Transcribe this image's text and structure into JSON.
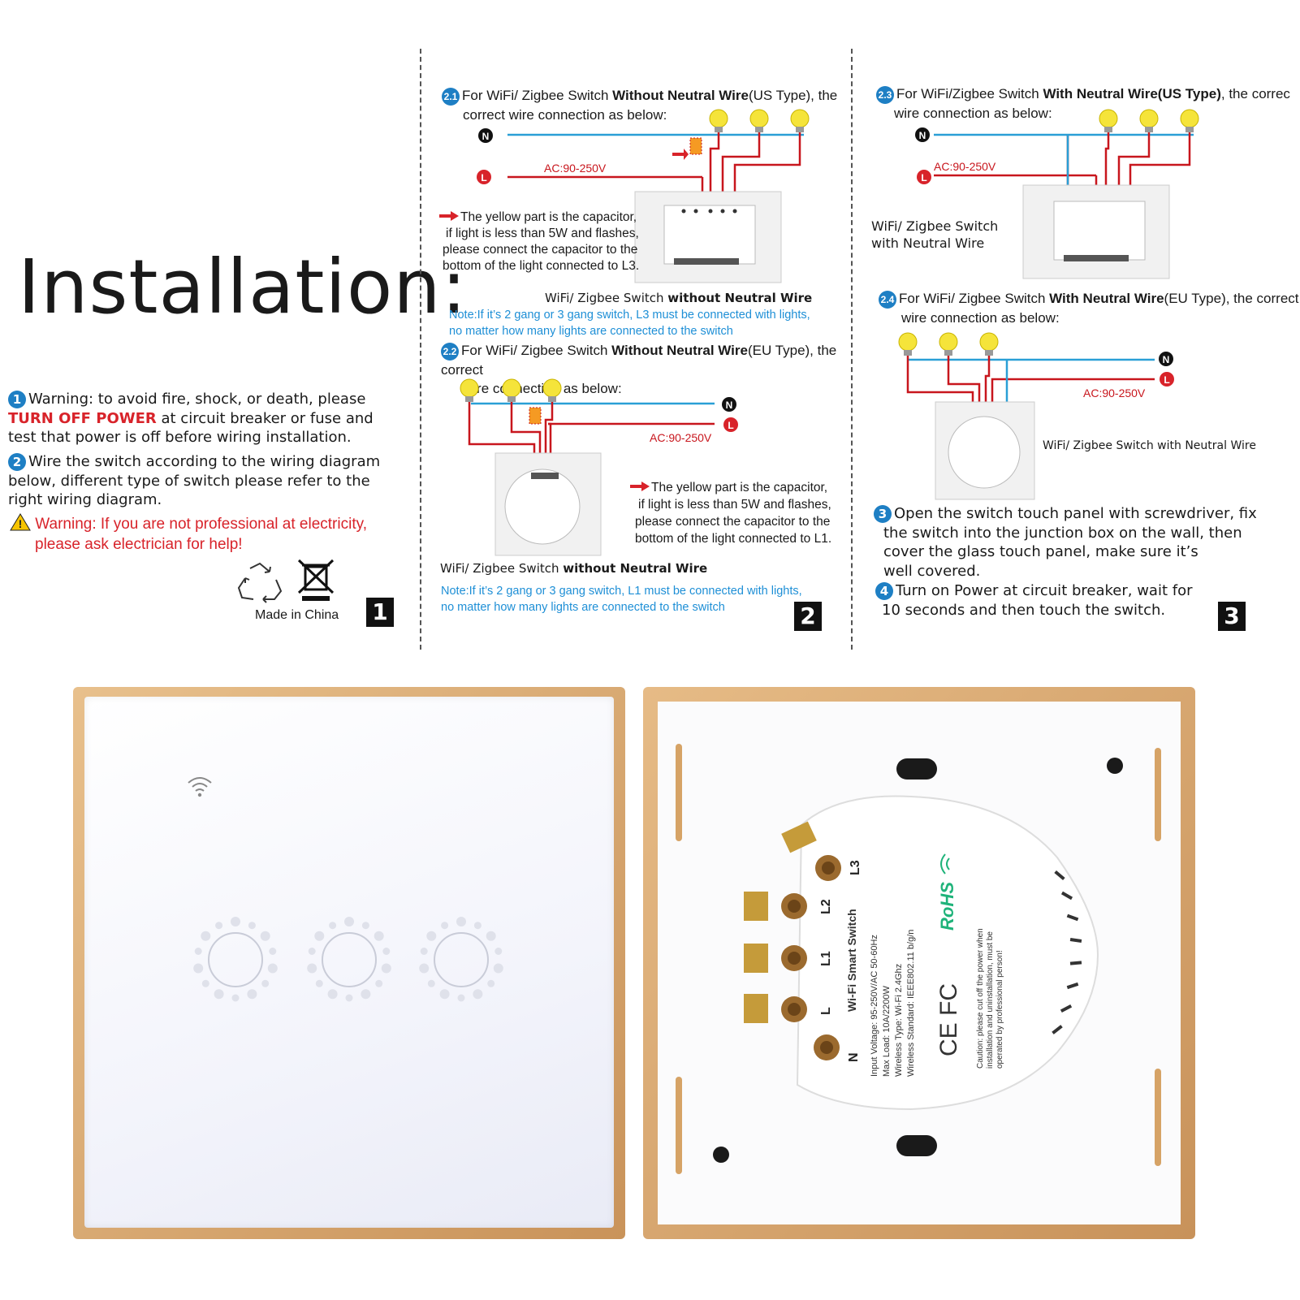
{
  "title": "Installation:",
  "panel1": {
    "step1_prefix": "Warning: to avoid fire, shock, or death, please",
    "step1_emph": "TURN OFF POWER",
    "step1_rest1": " at circuit breaker or fuse and",
    "step1_rest2": "test that power is off before wiring installation.",
    "step2_line1": "Wire the switch according to the wiring diagram",
    "step2_line2": "below, different type of switch please refer to the",
    "step2_line3": "right wiring diagram.",
    "warning_line1": "Warning: If you are not professional at electricity,",
    "warning_line2": "please ask electrician for help!",
    "made_in": "Made in China",
    "page_number": "1"
  },
  "panel2": {
    "s21_num": "2.1",
    "s21_a": "For WiFi/ Zigbee Switch ",
    "s21_b": "Without Neutral Wire",
    "s21_c": "(US Type), the",
    "s21_d": "correct wire connection as below:",
    "n_label": "N",
    "l_label": "L",
    "ac_label": "AC:90-250V",
    "cap_note1": "The yellow part is the capacitor,",
    "cap_note2": "if light is less than 5W and flashes,",
    "cap_note3": "please connect the capacitor to the",
    "cap_note4": "bottom of the light connected to L3.",
    "caption1_a": "WiFi/ Zigbee Switch ",
    "caption1_b": "without Neutral Wire",
    "note1_line1": "Note:If it’s 2 gang or 3 gang switch, L3 must be connected with lights,",
    "note1_line2": "no matter how many lights are connected to the switch",
    "s22_num": "2.2",
    "s22_a": "For WiFi/ Zigbee Switch ",
    "s22_b": "Without Neutral Wire",
    "s22_c": "(EU Type), the correct",
    "s22_d": "wire connection  as below:",
    "cap2_note1": "The yellow part is the capacitor,",
    "cap2_note2": "if light is less than 5W and flashes,",
    "cap2_note3": "please connect the capacitor to the",
    "cap2_note4": "bottom of the light connected to L1.",
    "caption2_a": "WiFi/ Zigbee Switch ",
    "caption2_b": "without Neutral Wire",
    "note2_line1": "Note:If it’s 2 gang or 3 gang switch, L1 must be connected with lights,",
    "note2_line2": "no matter how many lights are connected to the switch",
    "page_number": "2"
  },
  "panel3": {
    "s23_num": "2.3",
    "s23_a": "For WiFi/Zigbee Switch ",
    "s23_b": "With Neutral Wire(US Type)",
    "s23_c": ", the correc",
    "s23_d": "wire connection as below:",
    "side_label1": "WiFi/ Zigbee Switch",
    "side_label2": "with Neutral Wire",
    "s24_num": "2.4",
    "s24_a": "For WiFi/ Zigbee Switch ",
    "s24_b": "With Neutral Wire",
    "s24_c": "(EU Type), the correct",
    "s24_d": "wire connection  as below:",
    "caption_eu": "WiFi/ Zigbee Switch with Neutral Wire",
    "step3_line1": "Open the switch touch panel with screwdriver, fix",
    "step3_line2": "the switch into the junction box on the wall, then",
    "step3_line3": "cover the glass touch panel, make sure it’s",
    "step3_line4": "well covered.",
    "step4_line1": "Turn on Power at circuit breaker, wait for",
    "step4_line2": "10 seconds and then touch the switch.",
    "page_number": "3"
  },
  "device_back": {
    "terminal_l3": "L3",
    "terminal_l2": "L2",
    "terminal_l1": "L1",
    "terminal_l": "L",
    "terminal_n": "N",
    "product_name": "Wi-Fi Smart Switch",
    "spec1": "Input Voltage: 95-250V/AC 50-60Hz",
    "spec2": "Max Load: 10A/2200W",
    "spec3": "Wireless Type: Wi-Fi 2.4Ghz",
    "spec4": "Wireless Standard: IEEE802.11 b/g/n",
    "rohs": "RoHS",
    "ce_fc": "CE FC",
    "caution1": "Caution: please cut off the power when",
    "caution2": "installation and uninstallation, must be",
    "caution3": "operated by professional person!"
  },
  "colors": {
    "accent_blue": "#1e7fc4",
    "warning_red": "#d8232a",
    "frame_gold": "#d9a86c",
    "neutral_wire": "#2a9fd6",
    "live_wire": "#c8161d"
  }
}
